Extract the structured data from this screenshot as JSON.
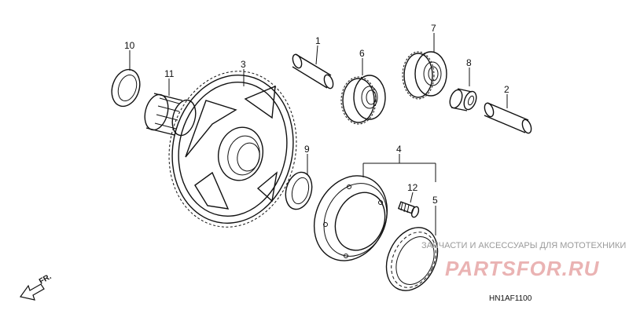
{
  "callouts": {
    "p1": "1",
    "p2": "2",
    "p3": "3",
    "p4": "4",
    "p5": "5",
    "p6": "6",
    "p7": "7",
    "p8": "8",
    "p9": "9",
    "p10": "10",
    "p11": "11",
    "p12": "12"
  },
  "direction_label": "FR.",
  "diagram_code": "HN1AF1100",
  "watermark": {
    "tagline": "ЗАПЧАСТИ И АКСЕССУАРЫ ДЛЯ МОТОТЕХНИКИ",
    "logo_text": "PARTSFOR.RU"
  },
  "colors": {
    "line": "#111111",
    "watermark_logo": "#e39a9a",
    "watermark_text": "#9a9a9a"
  }
}
